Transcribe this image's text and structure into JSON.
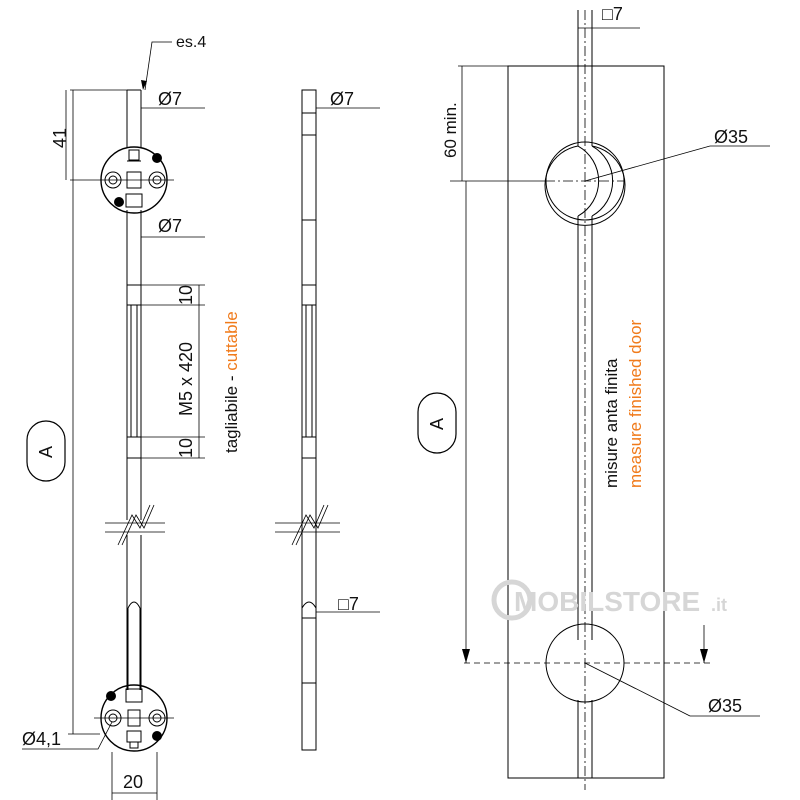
{
  "labels": {
    "thickness": "es.4",
    "dia7_top": "Ø7",
    "dia7_mid": "Ø7",
    "dia7_view2": "Ø7",
    "dim41": "41",
    "dim10_top": "10",
    "dim10_bottom": "10",
    "thread": "M5 x 420",
    "cuttable_it": "tagliabile - ",
    "cuttable_en": "cuttable",
    "length_marker_left": "A",
    "length_marker_right": "A",
    "hole_dia": "Ø4,1",
    "width20": "20",
    "square7_view2": "□7",
    "square7_top": "□7",
    "min60": "60 min.",
    "dia35_top": "Ø35",
    "dia35_bottom": "Ø35",
    "measure_it": "misure anta finita",
    "measure_en": "measure finished door"
  },
  "watermark": {
    "brand": "MOBILSTORE",
    "suffix": ".it"
  },
  "colors": {
    "line": "#000000",
    "accent_orange": "#f07a1a",
    "watermark": "#d6d6d6"
  }
}
